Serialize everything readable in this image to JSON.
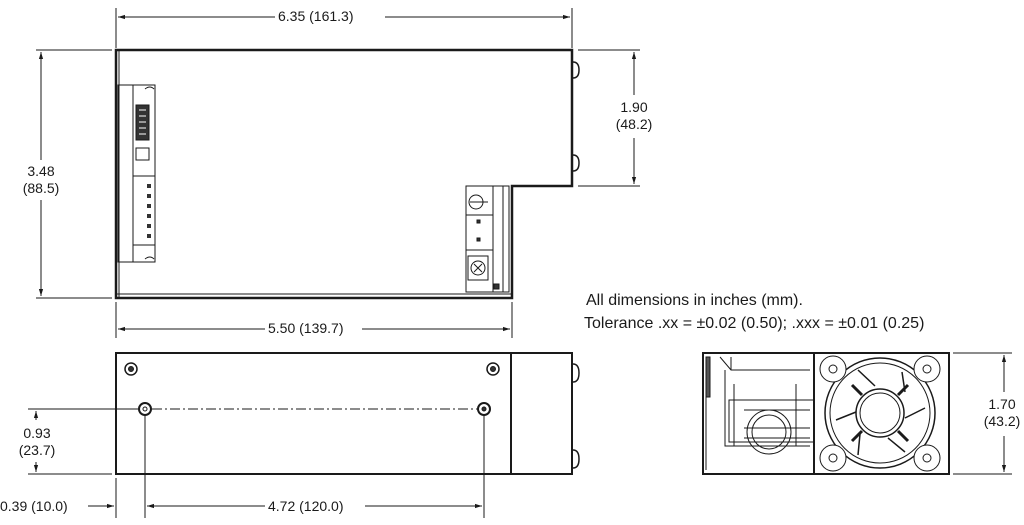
{
  "notes": {
    "line1": "All dimensions in inches (mm).",
    "line2": "Tolerance .xx = ±0.02 (0.50); .xxx = ±0.01 (0.25)"
  },
  "dimensions": {
    "overall_length": "6.35 (161.3)",
    "overall_width_in": "3.48",
    "overall_width_mm": "(88.5)",
    "step_width_in": "1.90",
    "step_width_mm": "(48.2)",
    "body_length": "5.50 (139.7)",
    "hole_height_in": "0.93",
    "hole_height_mm": "(23.7)",
    "hole_offset": "0.39 (10.0)",
    "hole_spacing": "4.72 (120.0)",
    "height_in": "1.70",
    "height_mm": "(43.2)"
  },
  "views": [
    "top-view",
    "side-view",
    "end-view-fan"
  ],
  "colors": {
    "line": "#1a1a1a",
    "background": "#ffffff"
  }
}
